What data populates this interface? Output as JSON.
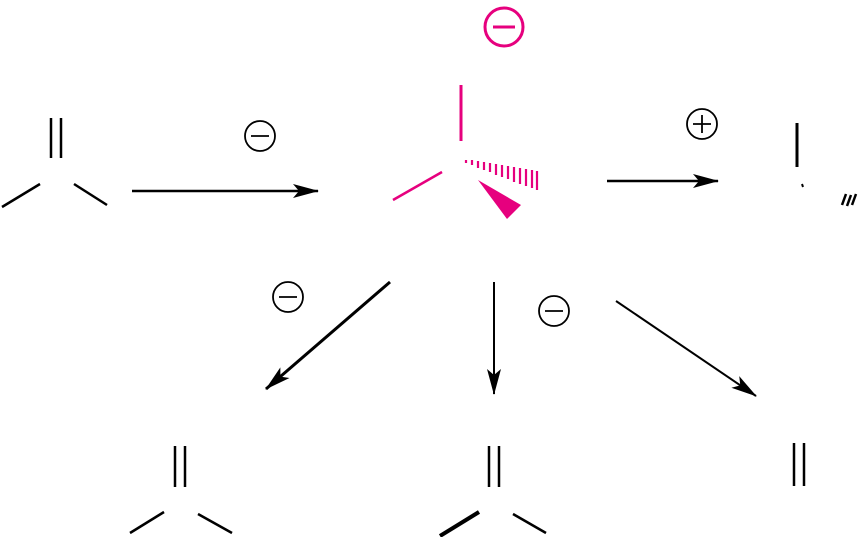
{
  "colors": {
    "ink": "#000000",
    "highlight": "#e6007e",
    "background": "#ffffff"
  },
  "scheme": {
    "structures": [
      {
        "id": "reactant",
        "icon": "carbonyl-skeleton"
      },
      {
        "id": "tetrahedral-intermediate",
        "icon": "tetrahedral-anion-skeleton",
        "charge": "negative"
      },
      {
        "id": "product-upper-right",
        "icon": "fragment-skeleton"
      },
      {
        "id": "product-bottom-left",
        "icon": "carbonyl-skeleton"
      },
      {
        "id": "product-bottom-middle",
        "icon": "carbonyl-skeleton"
      },
      {
        "id": "product-bottom-right",
        "icon": "double-bond-fragment"
      }
    ],
    "arrows": [
      {
        "id": "arrow-addition",
        "reagent_charge": "negative"
      },
      {
        "id": "arrow-cation",
        "reagent_charge": "positive"
      },
      {
        "id": "arrow-bottom-left",
        "reagent_charge": "negative"
      },
      {
        "id": "arrow-bottom-middle",
        "reagent_charge": "none"
      },
      {
        "id": "arrow-bottom-right",
        "reagent_charge": "negative"
      }
    ]
  }
}
